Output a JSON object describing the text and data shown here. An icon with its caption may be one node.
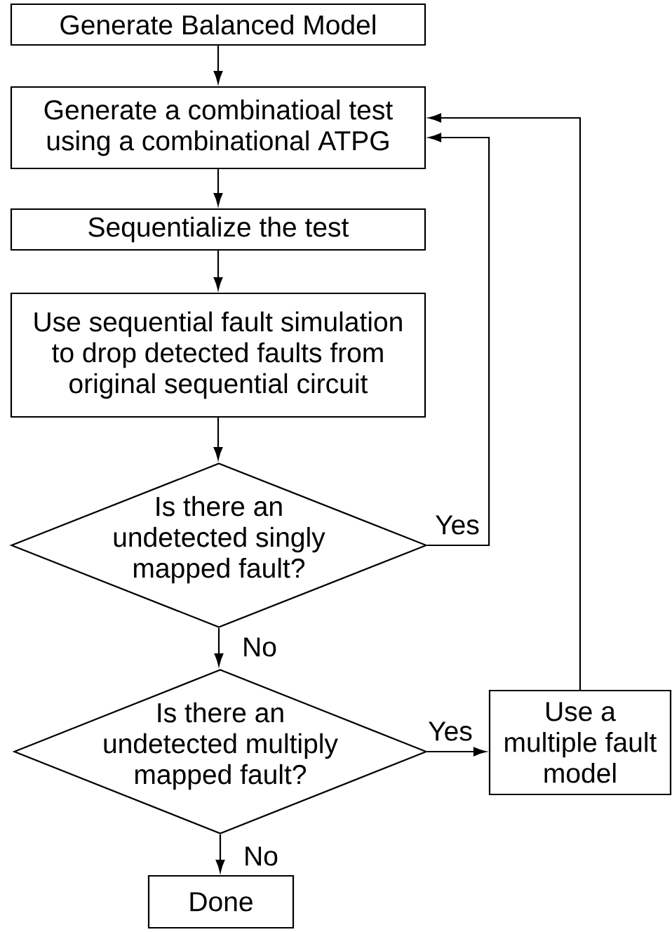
{
  "diagram": {
    "nodes": [
      {
        "text": [
          "Generate Balanced Model"
        ]
      },
      {
        "text": [
          "Generate a combinatioal test using a combinational ATPG"
        ]
      },
      {
        "text": [
          "Sequentialize the test"
        ]
      },
      {
        "text": [
          "Use sequential fault simulation to drop detected faults from original sequential circuit"
        ]
      },
      {
        "text": [
          "Is there an undetected singly mapped fault?"
        ]
      },
      {
        "text": [
          "Is there an undetected multiply mapped fault?"
        ]
      },
      {
        "text": [
          "Use a multiple fault model"
        ]
      },
      {
        "text": [
          "Done"
        ]
      }
    ],
    "edges": [
      {
        "from": 0,
        "to": 1,
        "arrow": "to"
      },
      {
        "from": 1,
        "to": 2,
        "arrow": "to"
      },
      {
        "from": 2,
        "to": 3,
        "arrow": "to"
      },
      {
        "from": 3,
        "to": 4,
        "arrow": "to"
      },
      {
        "from": 4,
        "to": 1,
        "arrow": "to",
        "label": "Yes"
      },
      {
        "from": 4,
        "to": 5,
        "arrow": "to",
        "label": "No"
      },
      {
        "from": 5,
        "to": 6,
        "arrow": "to",
        "label": "Yes"
      },
      {
        "from": 6,
        "to": 1,
        "arrow": "to"
      },
      {
        "from": 5,
        "to": 7,
        "arrow": "to",
        "label": "No"
      }
    ]
  }
}
